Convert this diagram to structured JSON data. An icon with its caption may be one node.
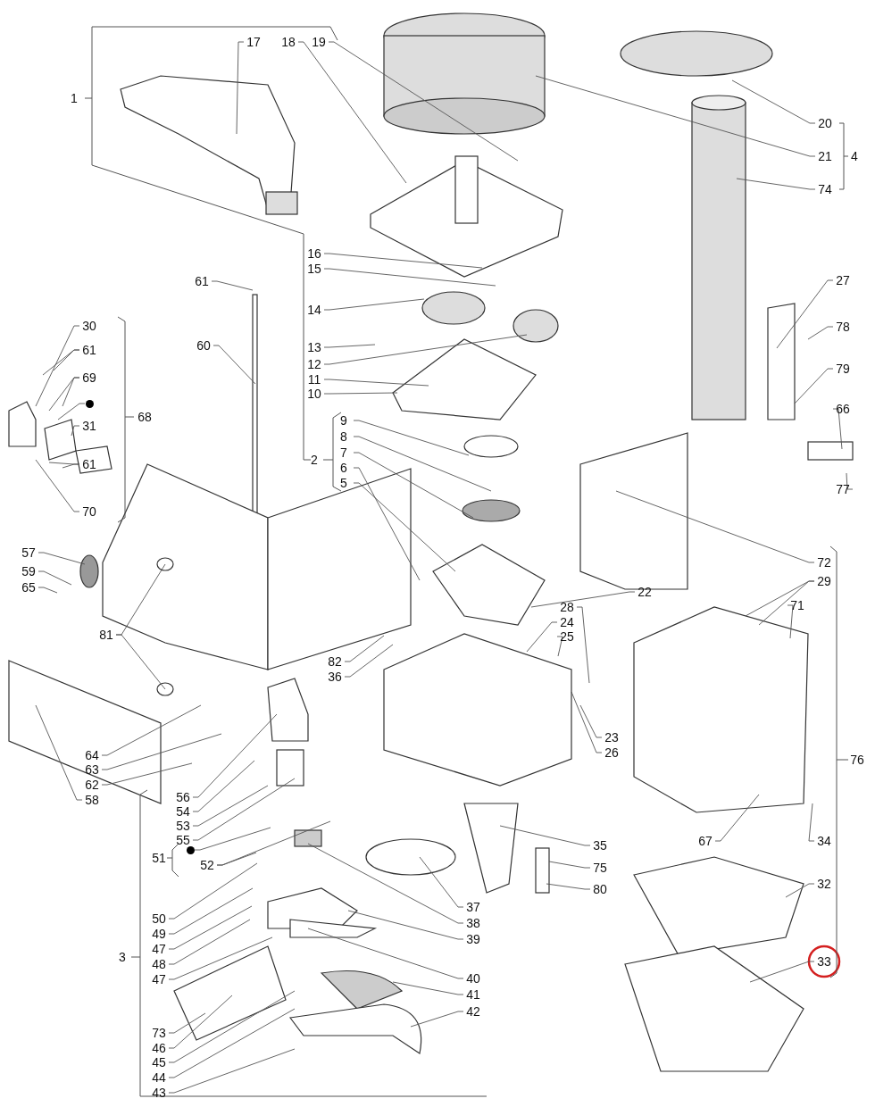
{
  "diagram": {
    "nodes": [
      {
        "text": [
          "1"
        ]
      },
      {
        "text": [
          "17"
        ]
      },
      {
        "text": [
          "18"
        ]
      },
      {
        "text": [
          "19"
        ]
      },
      {
        "text": [
          "20"
        ]
      },
      {
        "text": [
          "21"
        ]
      },
      {
        "text": [
          "4"
        ]
      },
      {
        "text": [
          "74"
        ]
      },
      {
        "text": [
          "16"
        ]
      },
      {
        "text": [
          "15"
        ]
      },
      {
        "text": [
          "61"
        ]
      },
      {
        "text": [
          "27"
        ]
      },
      {
        "text": [
          "14"
        ]
      },
      {
        "text": [
          "30"
        ]
      },
      {
        "text": [
          "78"
        ]
      },
      {
        "text": [
          "60"
        ]
      },
      {
        "text": [
          "13"
        ]
      },
      {
        "text": [
          "61"
        ]
      },
      {
        "text": [
          "12"
        ]
      },
      {
        "text": [
          "79"
        ]
      },
      {
        "text": [
          "69"
        ]
      },
      {
        "text": [
          "11"
        ]
      },
      {
        "text": [
          "10"
        ]
      },
      {
        "text": [],
        "shape": "circle"
      },
      {
        "text": [
          "66"
        ]
      },
      {
        "text": [
          "68"
        ]
      },
      {
        "text": [
          "9"
        ]
      },
      {
        "text": [
          "31"
        ]
      },
      {
        "text": [
          "8"
        ]
      },
      {
        "text": [
          "7"
        ]
      },
      {
        "text": [
          "77"
        ]
      },
      {
        "text": [
          "2"
        ]
      },
      {
        "text": [
          "61"
        ]
      },
      {
        "text": [
          "6"
        ]
      },
      {
        "text": [
          "5"
        ]
      },
      {
        "text": [
          "70"
        ]
      },
      {
        "text": [
          "57"
        ]
      },
      {
        "text": [
          "72"
        ]
      },
      {
        "text": [
          "59"
        ]
      },
      {
        "text": [
          "29"
        ]
      },
      {
        "text": [
          "65"
        ]
      },
      {
        "text": [
          "22"
        ]
      },
      {
        "text": [
          "71"
        ]
      },
      {
        "text": [
          "28"
        ]
      },
      {
        "text": [
          "24"
        ]
      },
      {
        "text": [
          "81"
        ]
      },
      {
        "text": [
          "25"
        ]
      },
      {
        "text": [
          "82"
        ]
      },
      {
        "text": [
          "36"
        ]
      },
      {
        "text": [
          "23"
        ]
      },
      {
        "text": [
          "26"
        ]
      },
      {
        "text": [
          "64"
        ]
      },
      {
        "text": [
          "76"
        ]
      },
      {
        "text": [
          "63"
        ]
      },
      {
        "text": [
          "62"
        ]
      },
      {
        "text": [
          "56"
        ]
      },
      {
        "text": [
          "58"
        ]
      },
      {
        "text": [
          "54"
        ]
      },
      {
        "text": [
          "53"
        ]
      },
      {
        "text": [
          "67"
        ]
      },
      {
        "text": [
          "34"
        ]
      },
      {
        "text": [
          "55"
        ]
      },
      {
        "text": [
          "35"
        ]
      },
      {
        "text": [],
        "shape": "circle"
      },
      {
        "text": [
          "51"
        ]
      },
      {
        "text": [
          "52"
        ]
      },
      {
        "text": [
          "75"
        ]
      },
      {
        "text": [
          "32"
        ]
      },
      {
        "text": [
          "80"
        ]
      },
      {
        "text": [
          "37"
        ]
      },
      {
        "text": [
          "50"
        ]
      },
      {
        "text": [
          "38"
        ]
      },
      {
        "text": [
          "49"
        ]
      },
      {
        "text": [
          "39"
        ]
      },
      {
        "text": [
          "47"
        ]
      },
      {
        "text": [
          "3"
        ]
      },
      {
        "text": [
          "33"
        ]
      },
      {
        "text": [
          "48"
        ]
      },
      {
        "text": [
          "40"
        ]
      },
      {
        "text": [
          "47"
        ]
      },
      {
        "text": [
          "41"
        ]
      },
      {
        "text": [
          "42"
        ]
      },
      {
        "text": [
          "73"
        ]
      },
      {
        "text": [
          "46"
        ]
      },
      {
        "text": [
          "45"
        ]
      },
      {
        "text": [
          "44"
        ]
      },
      {
        "text": [
          "43"
        ]
      }
    ],
    "edges": [
      {
        "from": 1,
        "to": null,
        "arrow": "none"
      },
      {
        "from": 2,
        "to": null,
        "arrow": "none"
      },
      {
        "from": 3,
        "to": null,
        "arrow": "none"
      },
      {
        "from": 4,
        "to": null,
        "arrow": "none"
      },
      {
        "from": 5,
        "to": null,
        "arrow": "none"
      },
      {
        "from": 7,
        "to": null,
        "arrow": "none"
      },
      {
        "from": 8,
        "to": null,
        "arrow": "none"
      },
      {
        "from": 9,
        "to": null,
        "arrow": "none"
      },
      {
        "from": 10,
        "to": null,
        "arrow": "none"
      },
      {
        "from": 11,
        "to": null,
        "arrow": "none"
      },
      {
        "from": 12,
        "to": null,
        "arrow": "none"
      },
      {
        "from": 13,
        "to": null,
        "arrow": "none"
      },
      {
        "from": 14,
        "to": null,
        "arrow": "none"
      },
      {
        "from": 15,
        "to": null,
        "arrow": "none"
      },
      {
        "from": 16,
        "to": null,
        "arrow": "none"
      },
      {
        "from": 17,
        "to": null,
        "arrow": "none"
      },
      {
        "from": 17,
        "to": null,
        "arrow": "none"
      },
      {
        "from": 18,
        "to": null,
        "arrow": "none"
      },
      {
        "from": 19,
        "to": null,
        "arrow": "none"
      },
      {
        "from": 20,
        "to": null,
        "arrow": "none"
      },
      {
        "from": 20,
        "to": null,
        "arrow": "none"
      },
      {
        "from": 21,
        "to": null,
        "arrow": "none"
      },
      {
        "from": 22,
        "to": null,
        "arrow": "none"
      },
      {
        "from": 23,
        "to": null,
        "arrow": "none"
      },
      {
        "from": 24,
        "to": null,
        "arrow": "none"
      },
      {
        "from": 26,
        "to": null,
        "arrow": "none"
      },
      {
        "from": 27,
        "to": null,
        "arrow": "none"
      },
      {
        "from": 28,
        "to": null,
        "arrow": "none"
      },
      {
        "from": 29,
        "to": null,
        "arrow": "none"
      },
      {
        "from": 30,
        "to": null,
        "arrow": "none"
      },
      {
        "from": 32,
        "to": null,
        "arrow": "none"
      },
      {
        "from": 32,
        "to": null,
        "arrow": "none"
      },
      {
        "from": 33,
        "to": null,
        "arrow": "none"
      },
      {
        "from": 34,
        "to": null,
        "arrow": "none"
      },
      {
        "from": 35,
        "to": null,
        "arrow": "none"
      },
      {
        "from": 36,
        "to": null,
        "arrow": "none"
      },
      {
        "from": 37,
        "to": null,
        "arrow": "none"
      },
      {
        "from": 38,
        "to": null,
        "arrow": "none"
      },
      {
        "from": 39,
        "to": null,
        "arrow": "none"
      },
      {
        "from": 39,
        "to": null,
        "arrow": "none"
      },
      {
        "from": 40,
        "to": null,
        "arrow": "none"
      },
      {
        "from": 41,
        "to": null,
        "arrow": "none"
      },
      {
        "from": 42,
        "to": null,
        "arrow": "none"
      },
      {
        "from": 43,
        "to": null,
        "arrow": "none"
      },
      {
        "from": 44,
        "to": null,
        "arrow": "none"
      },
      {
        "from": 45,
        "to": null,
        "arrow": "none"
      },
      {
        "from": 45,
        "to": null,
        "arrow": "none"
      },
      {
        "from": 46,
        "to": null,
        "arrow": "none"
      },
      {
        "from": 47,
        "to": null,
        "arrow": "none"
      },
      {
        "from": 48,
        "to": null,
        "arrow": "none"
      },
      {
        "from": 49,
        "to": null,
        "arrow": "none"
      },
      {
        "from": 50,
        "to": null,
        "arrow": "none"
      },
      {
        "from": 51,
        "to": null,
        "arrow": "none"
      },
      {
        "from": 53,
        "to": null,
        "arrow": "none"
      },
      {
        "from": 54,
        "to": null,
        "arrow": "none"
      },
      {
        "from": 55,
        "to": null,
        "arrow": "none"
      },
      {
        "from": 56,
        "to": null,
        "arrow": "none"
      },
      {
        "from": 57,
        "to": null,
        "arrow": "none"
      },
      {
        "from": 58,
        "to": null,
        "arrow": "none"
      },
      {
        "from": 59,
        "to": null,
        "arrow": "none"
      },
      {
        "from": 60,
        "to": null,
        "arrow": "none"
      },
      {
        "from": 61,
        "to": null,
        "arrow": "none"
      },
      {
        "from": 62,
        "to": null,
        "arrow": "none"
      },
      {
        "from": 63,
        "to": null,
        "arrow": "none"
      },
      {
        "from": 65,
        "to": null,
        "arrow": "none"
      },
      {
        "from": 65,
        "to": null,
        "arrow": "none"
      },
      {
        "from": 66,
        "to": null,
        "arrow": "none"
      },
      {
        "from": 67,
        "to": null,
        "arrow": "none"
      },
      {
        "from": 68,
        "to": null,
        "arrow": "none"
      },
      {
        "from": 69,
        "to": null,
        "arrow": "none"
      },
      {
        "from": 70,
        "to": null,
        "arrow": "none"
      },
      {
        "from": 71,
        "to": null,
        "arrow": "none"
      },
      {
        "from": 72,
        "to": null,
        "arrow": "none"
      },
      {
        "from": 73,
        "to": null,
        "arrow": "none"
      },
      {
        "from": 74,
        "to": null,
        "arrow": "none"
      },
      {
        "from": 76,
        "to": null,
        "arrow": "none"
      },
      {
        "from": 77,
        "to": null,
        "arrow": "none"
      },
      {
        "from": 78,
        "to": null,
        "arrow": "none"
      },
      {
        "from": 79,
        "to": null,
        "arrow": "none"
      },
      {
        "from": 80,
        "to": null,
        "arrow": "none"
      },
      {
        "from": 81,
        "to": null,
        "arrow": "none"
      },
      {
        "from": 82,
        "to": null,
        "arrow": "none"
      },
      {
        "from": 83,
        "to": null,
        "arrow": "none"
      },
      {
        "from": 84,
        "to": null,
        "arrow": "none"
      },
      {
        "from": 85,
        "to": null,
        "arrow": "none"
      },
      {
        "from": 86,
        "to": null,
        "arrow": "none"
      }
    ]
  }
}
